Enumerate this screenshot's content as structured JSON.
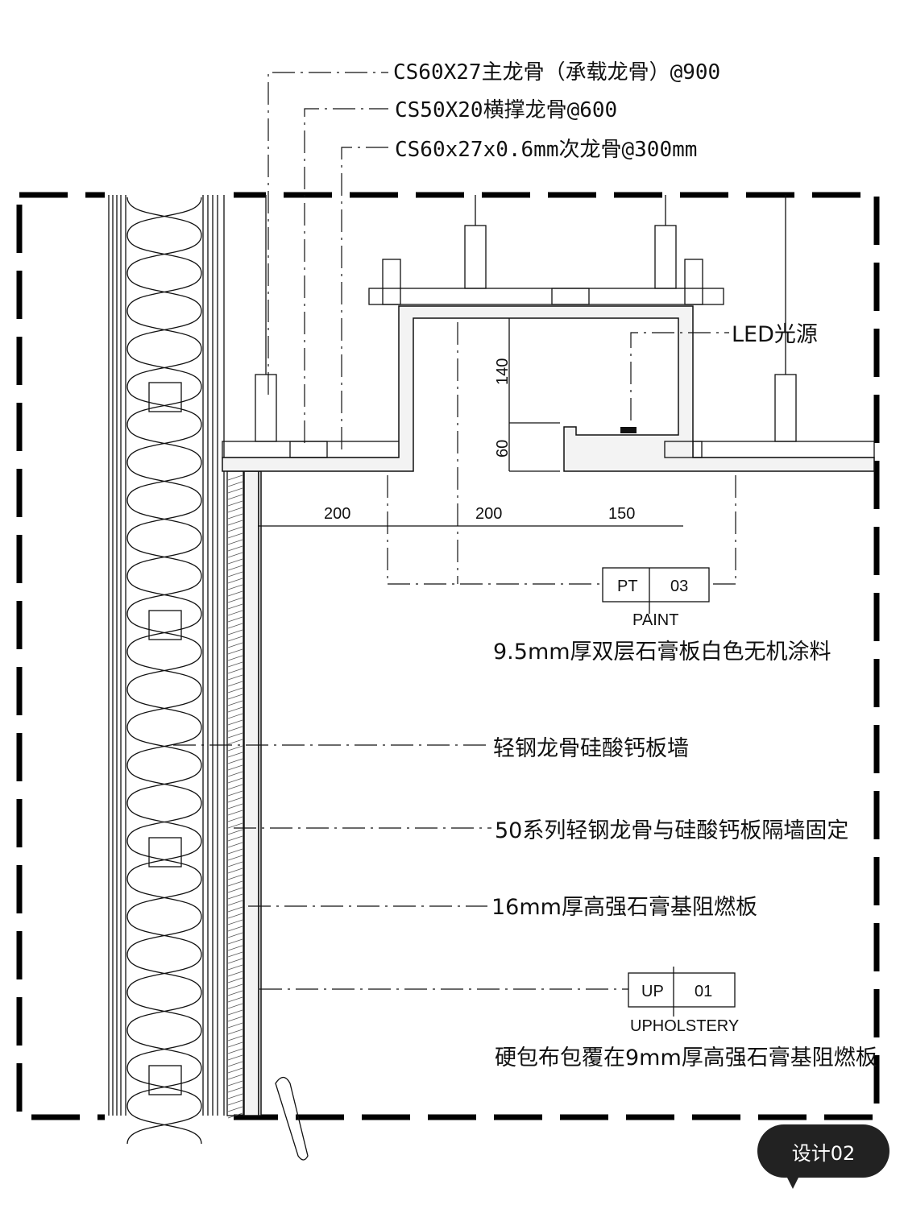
{
  "labels": {
    "main_keel": "CS60X27主龙骨（承载龙骨）@900",
    "cross_keel": "CS50X20横撑龙骨@600",
    "secondary_keel": "CS60x27x0.6mm次龙骨@300mm",
    "led": "LED光源",
    "paint_desc": "9.5mm厚双层石膏板白色无机涂料",
    "wall": "轻钢龙骨硅酸钙板墙",
    "fixing": "50系列轻钢龙骨与硅酸钙板隔墙固定",
    "fire_board": "16mm厚高强石膏基阻燃板",
    "upholstery_desc": "硬包布包覆在9mm厚高强石膏基阻燃板"
  },
  "dimensions": {
    "d140": "140",
    "d60": "60",
    "d200a": "200",
    "d200b": "200",
    "d150": "150"
  },
  "tags": {
    "paint": {
      "code": "PT",
      "number": "03",
      "name": "PAINT"
    },
    "upholstery": {
      "code": "UP",
      "number": "01",
      "name": "UPHOLSTERY"
    }
  },
  "badge": "设计02"
}
